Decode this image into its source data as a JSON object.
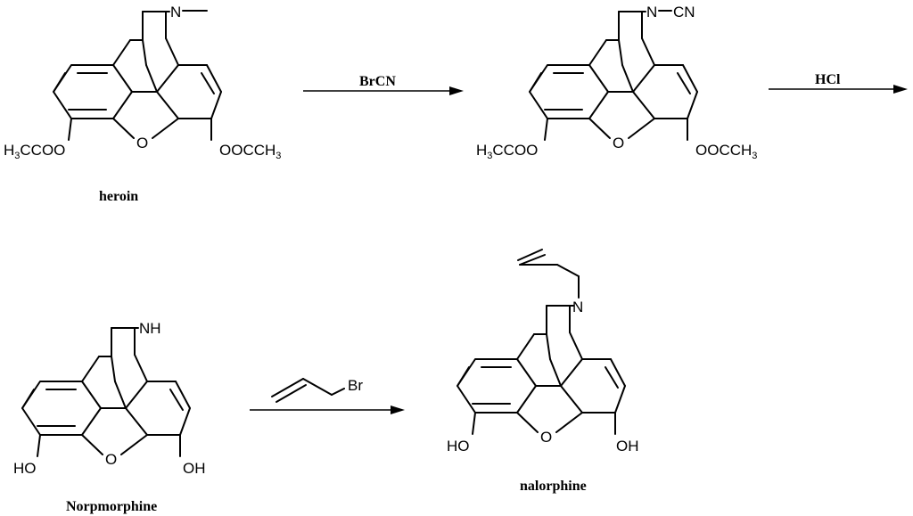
{
  "scheme": {
    "compounds": [
      {
        "name": "heroin",
        "amine": "N",
        "left_group": {
          "pre": "H",
          "sub": "3",
          "post": "CCOO"
        },
        "right_group": {
          "pre": "OOCCH",
          "sub": "3"
        },
        "ring_O": "O"
      },
      {
        "name": "",
        "amine": "N",
        "amine_sub": "CN",
        "left_group": {
          "pre": "H",
          "sub": "3",
          "post": "CCOO"
        },
        "right_group": {
          "pre": "OOCCH",
          "sub": "3"
        },
        "ring_O": "O"
      },
      {
        "name": "Norpmorphine",
        "amine": "NH",
        "left_group": {
          "pre": "HO"
        },
        "right_group": {
          "pre": "OH"
        },
        "ring_O": "O"
      },
      {
        "name": "nalorphine",
        "amine": "N",
        "left_group": {
          "pre": "HO"
        },
        "right_group": {
          "pre": "OH"
        },
        "ring_O": "O"
      }
    ],
    "arrows": [
      {
        "reagent": "BrCN"
      },
      {
        "reagent": "HCl"
      },
      {
        "reagent": "Br"
      }
    ]
  }
}
